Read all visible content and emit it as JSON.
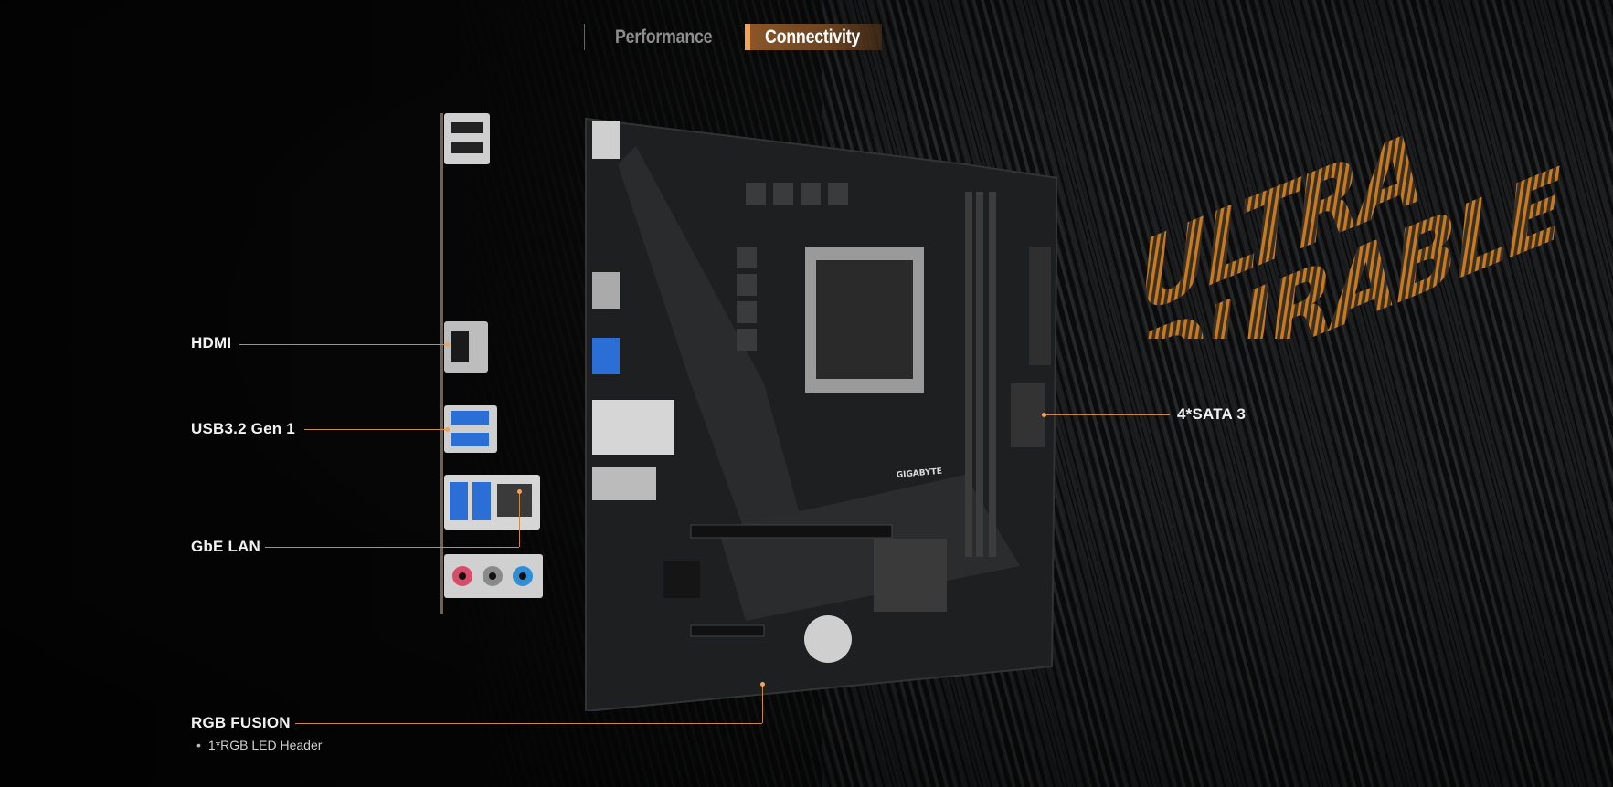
{
  "tabs": [
    {
      "label": "Performance",
      "active": false
    },
    {
      "label": "Connectivity",
      "active": true
    }
  ],
  "logo": {
    "text": "ULTRA DURABLE"
  },
  "callouts": {
    "hdmi": "HDMI",
    "usb": "USB3.2 Gen 1",
    "lan": "GbE LAN",
    "sata": "4*SATA 3",
    "rgb": "RGB FUSION",
    "rgb_detail": "1*RGB LED Header"
  },
  "board": {
    "brand": "GIGABYTE"
  },
  "colors": {
    "accent": "#c98a45",
    "accent_bright": "#f0a35d",
    "background": "#050505"
  }
}
